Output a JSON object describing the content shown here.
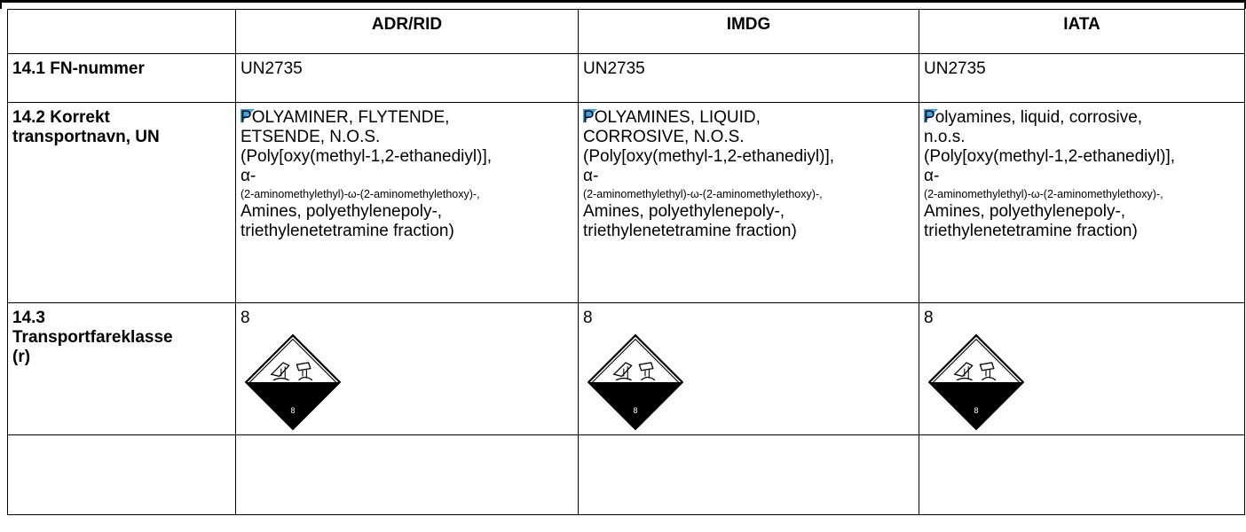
{
  "table": {
    "headers": [
      "",
      "ADR/RID",
      "IMDG",
      "IATA"
    ],
    "rows": {
      "un_number": {
        "label": "14.1 FN-nummer",
        "adr": "UN2735",
        "imdg": "UN2735",
        "iata": "UN2735"
      },
      "shipping_name": {
        "label_line1": "14.2 Korrekt",
        "label_line2": "transportnavn, UN",
        "adr": {
          "flag_char": "P",
          "line1_rest": "OLYAMINER, FLYTENDE,",
          "line2": "ETSENDE, N.O.S.",
          "line3": "(Poly[oxy(methyl-1,2-ethanediyl)],",
          "line4": "α-",
          "small": "(2-aminomethylethyl)-ω-(2-aminomethylethoxy)-,",
          "line5": "Amines, polyethylenepoly-,",
          "line6": "triethylenetetramine fraction)"
        },
        "imdg": {
          "flag_char": "P",
          "line1_rest": "OLYAMINES, LIQUID,",
          "line2": "CORROSIVE, N.O.S.",
          "line3": "(Poly[oxy(methyl-1,2-ethanediyl)],",
          "line4": "α-",
          "small": "(2-aminomethylethyl)-ω-(2-aminomethylethoxy)-,",
          "line5": "Amines, polyethylenepoly-,",
          "line6": "triethylenetetramine fraction)"
        },
        "iata": {
          "flag_char": "P",
          "line1_rest": "olyamines, liquid, corrosive,",
          "line2": "n.o.s.",
          "line3": "(Poly[oxy(methyl-1,2-ethanediyl)],",
          "line4": "α-",
          "small": "(2-aminomethylethyl)-ω-(2-aminomethylethoxy)-,",
          "line5": "Amines, polyethylenepoly-,",
          "line6": "triethylenetetramine fraction)"
        }
      },
      "hazard_class": {
        "label_line1": "14.3",
        "label_line2": "Transportfareklasse",
        "label_line3": "(r)",
        "adr": "8",
        "imdg": "8",
        "iata": "8",
        "pictogram_icon": "corrosive-hazard-icon",
        "pictogram_number": "8"
      }
    }
  },
  "colors": {
    "flag": "#3aa6e8",
    "border": "#000000"
  }
}
